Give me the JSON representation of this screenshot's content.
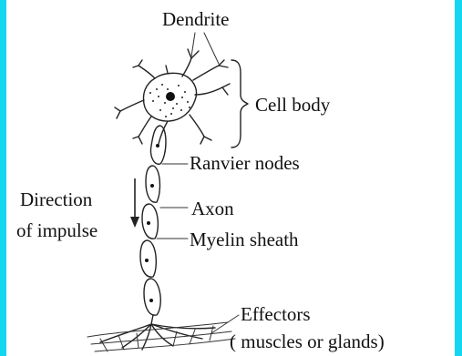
{
  "diagram": {
    "labels": {
      "dendrite": "Dendrite",
      "cell_body": "Cell body",
      "ranvier_nodes": "Ranvier nodes",
      "direction_line1": "Direction",
      "direction_line2": "of impulse",
      "axon": "Axon",
      "myelin_sheath": "Myelin sheath",
      "effectors_line1": "Effectors",
      "effectors_line2": "( muscles or glands)"
    },
    "colors": {
      "border": "#13d6f0",
      "background": "#ffffff",
      "ink": "#222222"
    }
  }
}
